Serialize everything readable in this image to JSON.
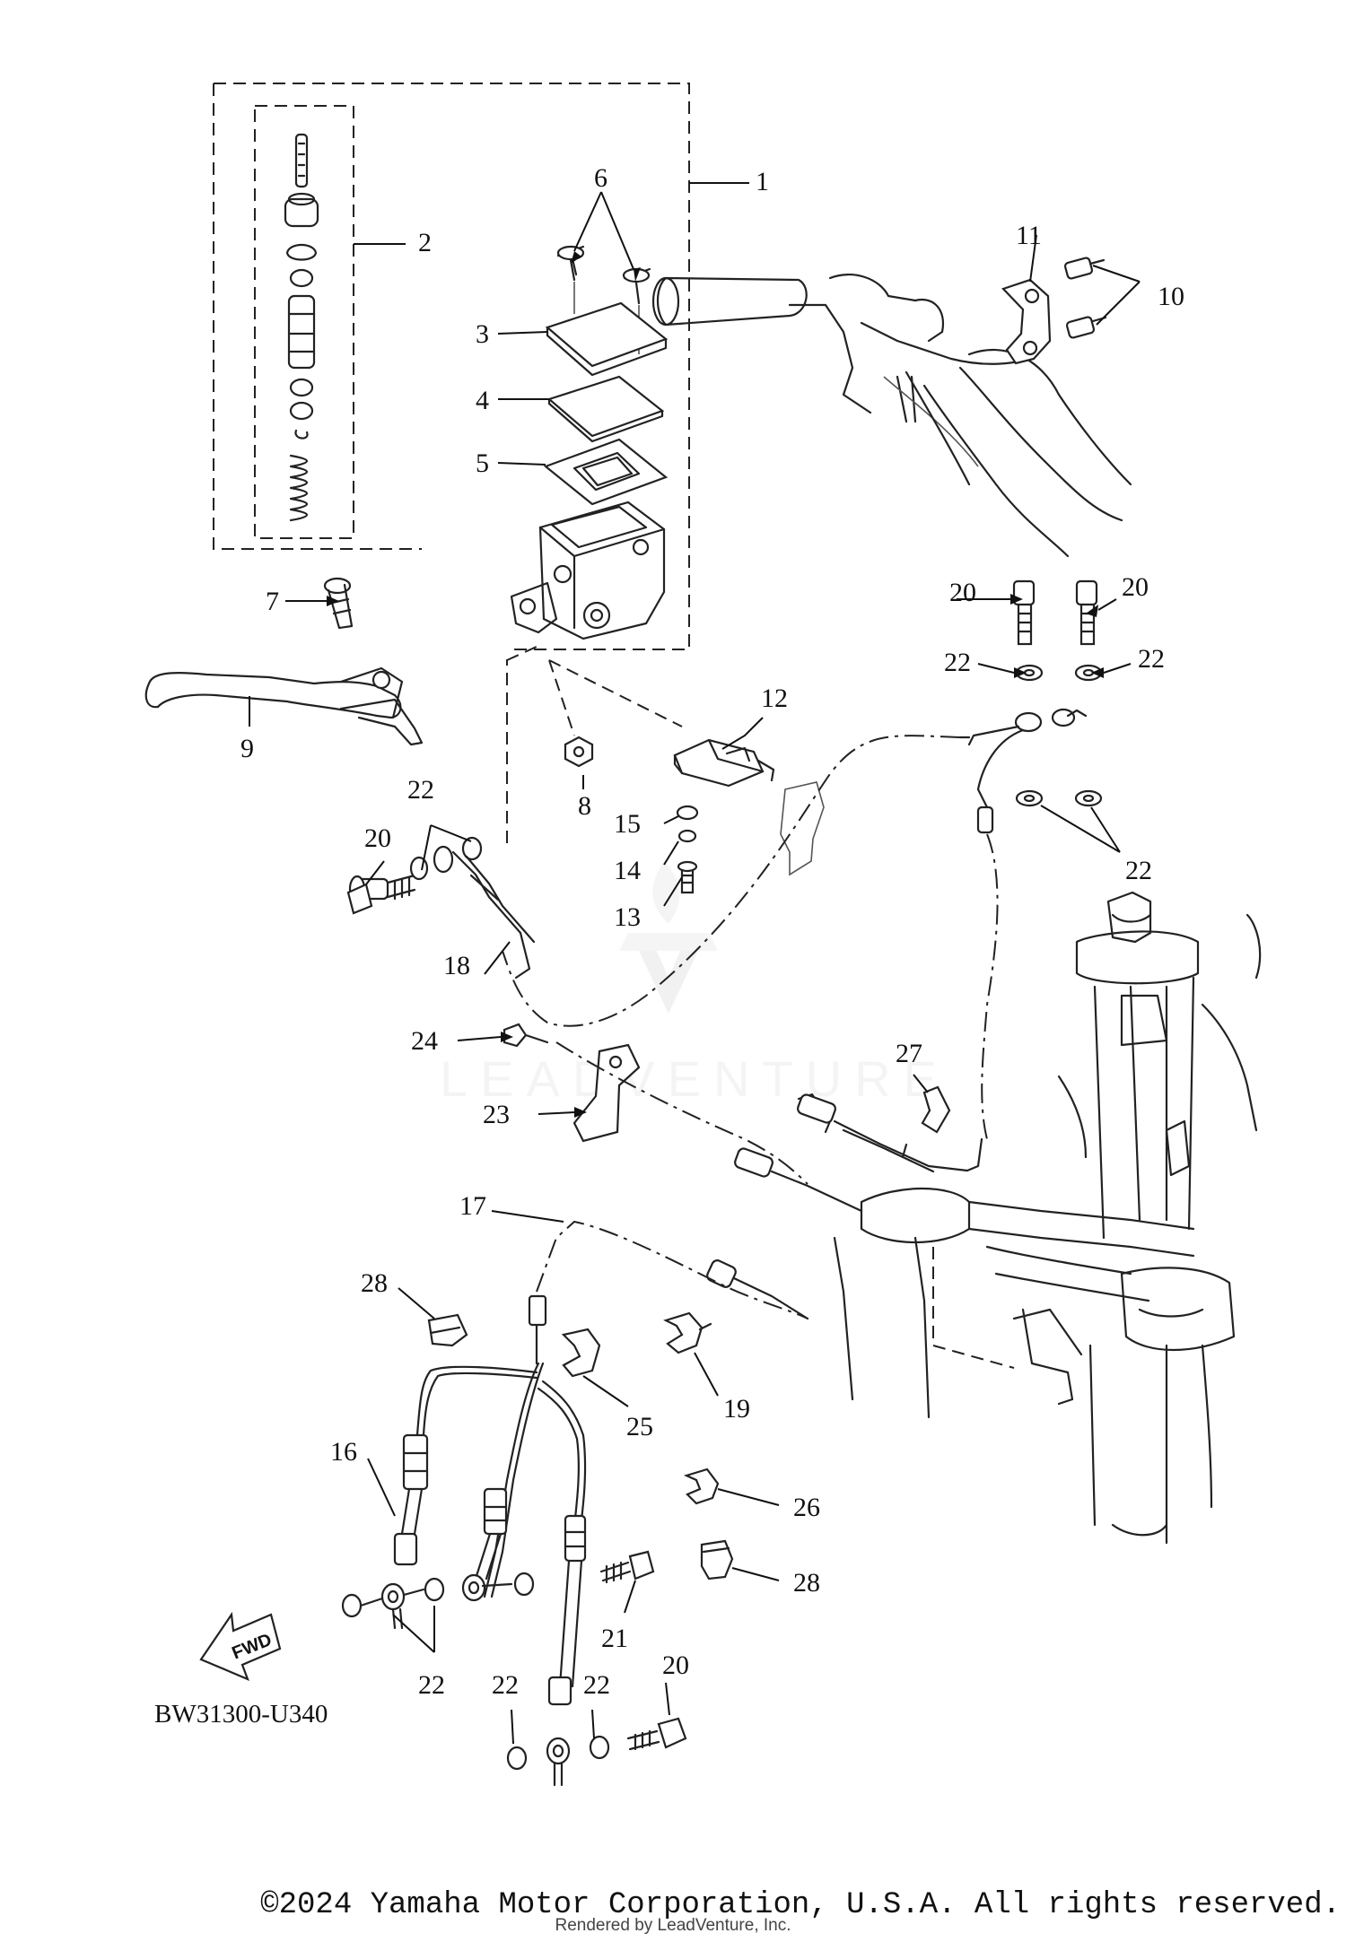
{
  "diagram": {
    "callouts": [
      "1",
      "2",
      "3",
      "4",
      "5",
      "6",
      "7",
      "8",
      "9",
      "10",
      "11",
      "12",
      "13",
      "14",
      "15",
      "16",
      "17",
      "18",
      "19",
      "20",
      "21",
      "22",
      "23",
      "24",
      "25",
      "26",
      "27",
      "28"
    ],
    "diagram_code": "BW31300-U340",
    "fwd_label": "FWD"
  },
  "watermark": {
    "text": "LEADVENTURE"
  },
  "footer": {
    "copyright": "©2024 Yamaha Motor Corporation, U.S.A. All rights reserved.",
    "rendered_by": "Rendered by LeadVenture, Inc."
  }
}
